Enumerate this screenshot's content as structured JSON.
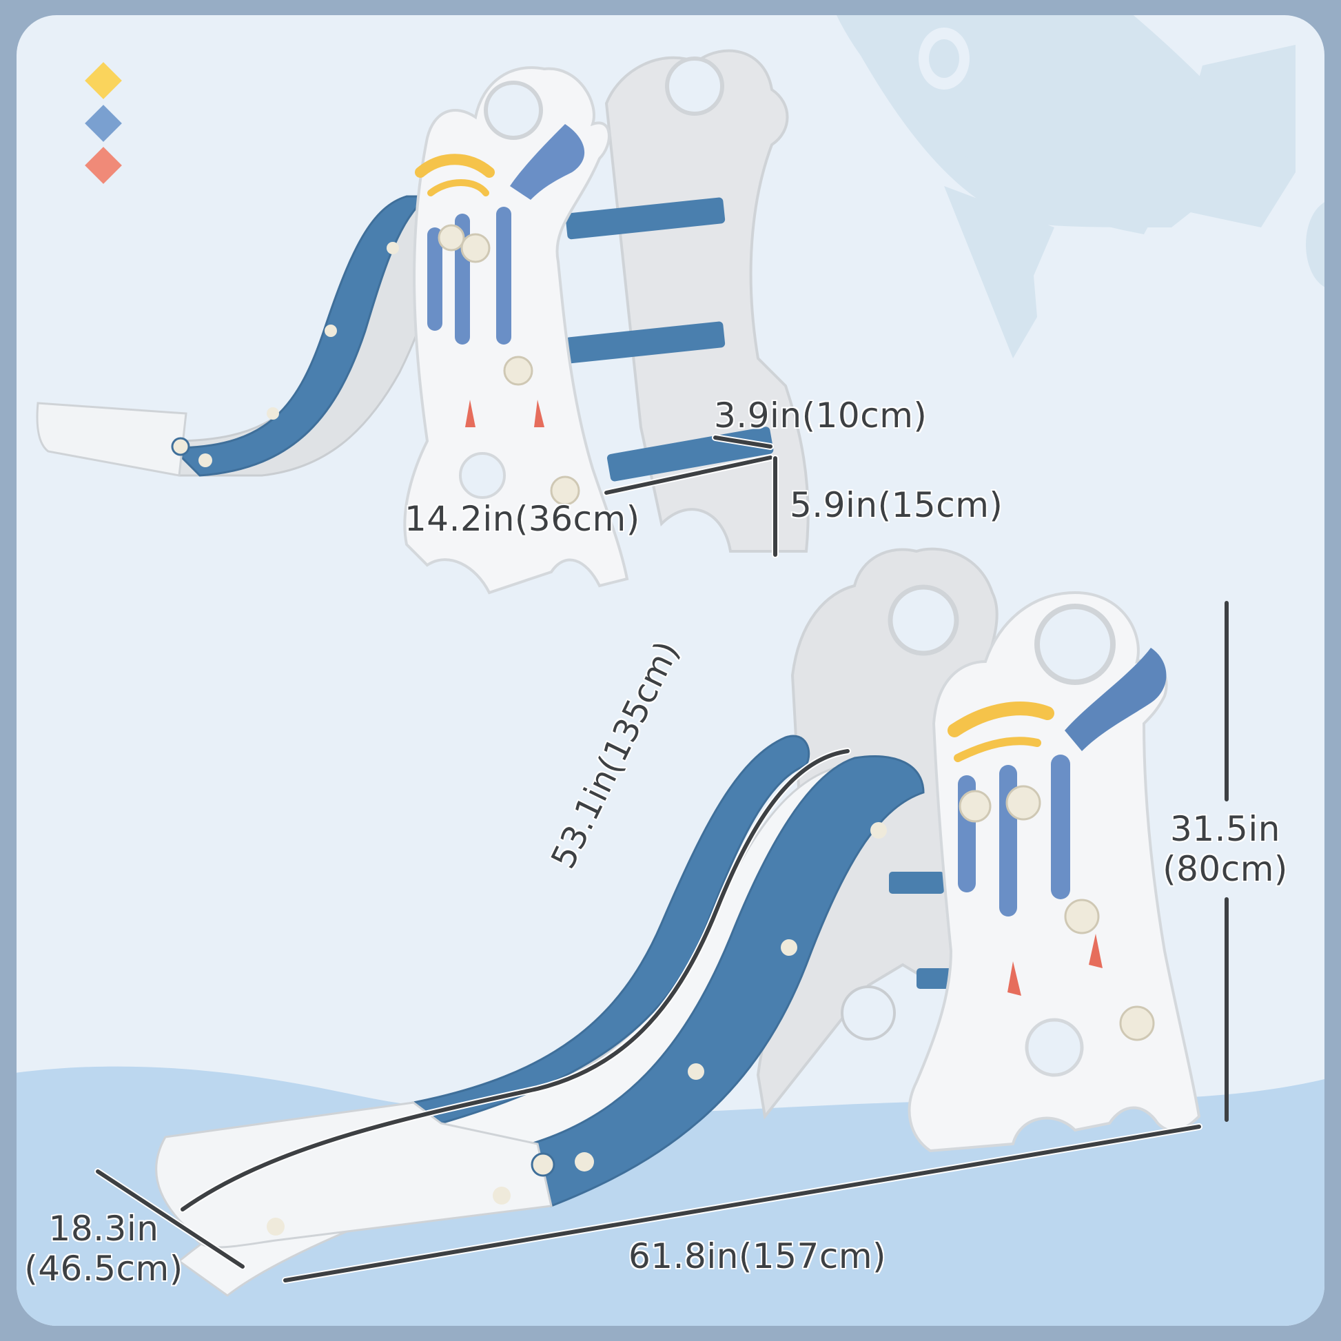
{
  "colors": {
    "frame": "#97adc5",
    "card": "#e8f0f8",
    "watermark": "#d5e4ef",
    "floor": "#bcd7ef",
    "slide_blue": "#4a7fae",
    "slide_white": "#f4f6f8",
    "panel_grey": "#d9dcdf",
    "text": "#3d4043"
  },
  "swatches": [
    {
      "name": "yellow",
      "color": "#fad45c"
    },
    {
      "name": "blue",
      "color": "#7aa0d0"
    },
    {
      "name": "coral",
      "color": "#f08a78"
    }
  ],
  "top_view": {
    "step_depth": "3.9in(10cm)",
    "step_spacing": "5.9in(15cm)",
    "step_width": "14.2in(36cm)"
  },
  "main_view": {
    "slide_length": "53.1in(135cm)",
    "height_in": "31.5in",
    "height_cm": "(80cm)",
    "width_in": "18.3in",
    "width_cm": "(46.5cm)",
    "total_length": "61.8in(157cm)"
  }
}
